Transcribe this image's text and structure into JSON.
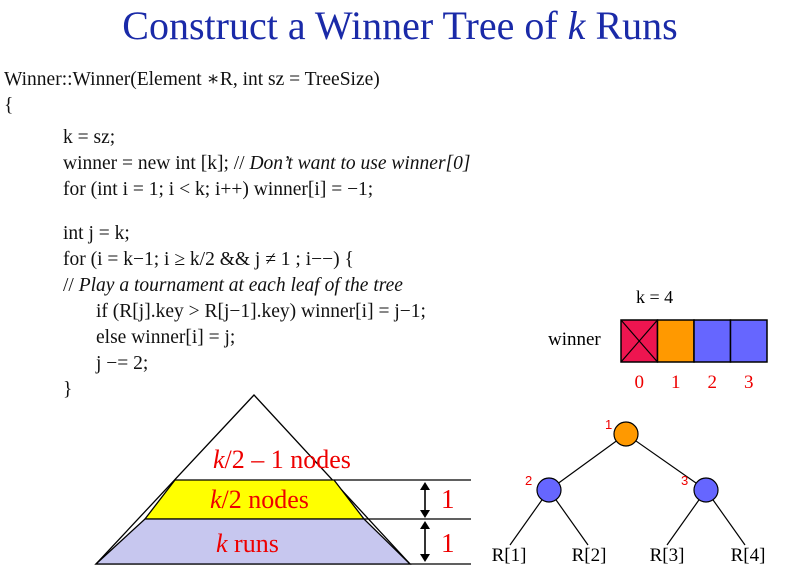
{
  "title": {
    "prefix": "Construct a Winner Tree of ",
    "var": "k",
    "suffix": " Runs"
  },
  "code": {
    "signature": "Winner::Winner(Element ∗R, int sz = TreeSize)",
    "open_brace": "{",
    "line_k": "k = sz;",
    "line_winner_new": "winner = new int [k]; // ",
    "line_winner_comment": "Don’t want to use winner[0]",
    "line_for_init": "for (int i = 1; i < k; i++) winner[i] = −1;",
    "line_int_j": "int j = k;",
    "line_for_loop": "for (i = k−1; i ≥ k/2 && j ≠ 1 ; i−−) {",
    "line_comment_prefix": "// ",
    "line_comment": "Play a tournament at each leaf of the tree",
    "line_if": "if (R[j].key > R[j−1].key) winner[i] = j−1;",
    "line_else": "else winner[i] = j;",
    "line_j_dec": "j −= 2;",
    "close_brace": "}"
  },
  "array": {
    "k_label": "k = 4",
    "name": "winner",
    "indices": [
      "0",
      "1",
      "2",
      "3"
    ],
    "cell_colors": [
      "#ee1550",
      "#ff9900",
      "#6666ff",
      "#6666ff"
    ]
  },
  "triangle": {
    "top_label_var": "k",
    "top_label_rest": "/2 – 1 nodes",
    "middle_label_var": "k",
    "middle_label_rest": "/2 nodes",
    "bottom_label_var": "k",
    "bottom_label_rest": " runs",
    "middle_height": "1",
    "bottom_height": "1",
    "colors": {
      "middle": "#ffff00",
      "bottom": "#c7c7ef",
      "label": "#ee0000"
    }
  },
  "tree": {
    "nodes": [
      {
        "label": "1",
        "color": "#ff9900"
      },
      {
        "label": "2",
        "color": "#6666ff"
      },
      {
        "label": "3",
        "color": "#6666ff"
      }
    ],
    "leaves": [
      "R[1]",
      "R[2]",
      "R[3]",
      "R[4]"
    ]
  }
}
